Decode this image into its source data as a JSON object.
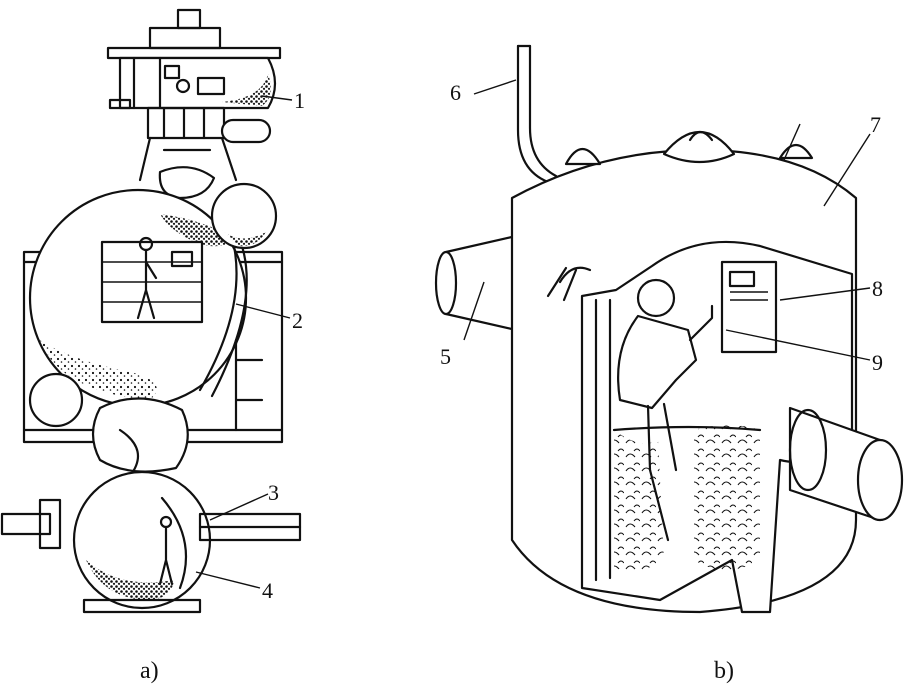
{
  "figure": {
    "left_caption": "a)",
    "right_caption": "b)",
    "labels": [
      "1",
      "2",
      "3",
      "4",
      "5",
      "6",
      "7",
      "8",
      "9"
    ]
  }
}
